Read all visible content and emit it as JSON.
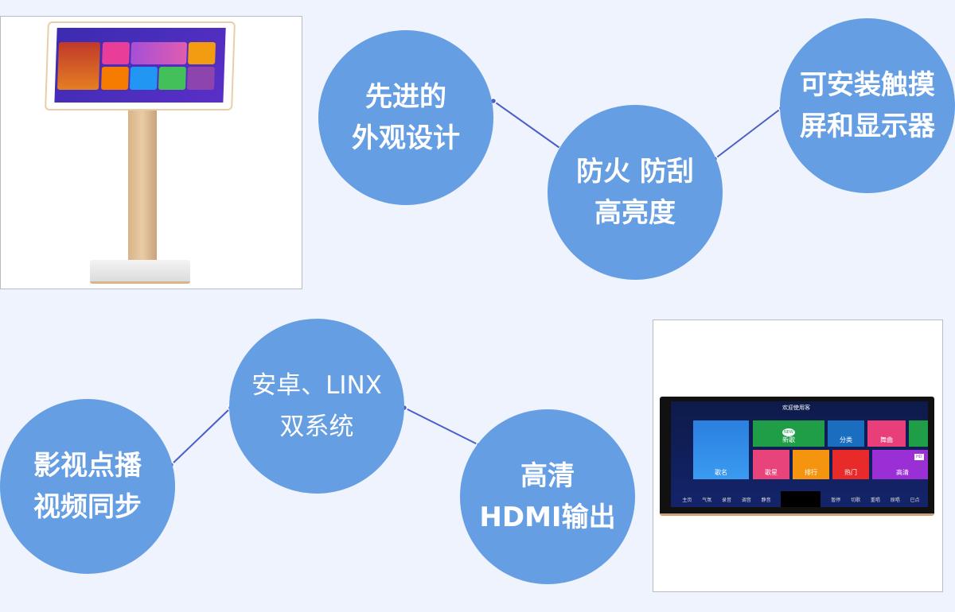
{
  "features": [
    {
      "line1": "先进的",
      "line2": "外观设计"
    },
    {
      "line1": "防火 防刮",
      "line2": "高亮度"
    },
    {
      "line1": "可安装触摸",
      "line2": "屏和显示器"
    },
    {
      "line1": "安卓、LINX",
      "line2": "双系统"
    },
    {
      "line1": "影视点播",
      "line2": "视频同步"
    },
    {
      "line1": "高清",
      "line2": "HDMI输出"
    }
  ],
  "device2": {
    "welcome": "欢迎使用客",
    "tiles": [
      "歌名",
      "新歌",
      "分类",
      "舞曲",
      "歌星",
      "排行",
      "热门",
      "高清"
    ],
    "new_badge": "NEW",
    "hd_badge": "HD",
    "toolbar": [
      "主页",
      "气氛",
      "录音",
      "调音",
      "静音",
      "暂停",
      "切歌",
      "重唱",
      "原唱",
      "已点"
    ]
  },
  "colors": {
    "circle": "#669ee3",
    "background": "#eef3fd",
    "line": "#4a5fc8"
  }
}
